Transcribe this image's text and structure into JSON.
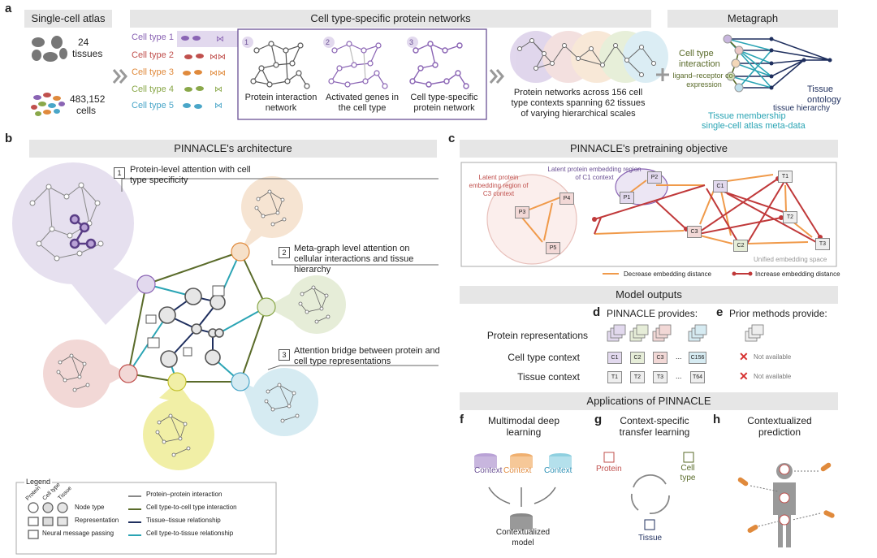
{
  "panel_a": {
    "letter": "a",
    "atlas_title": "Single-cell atlas",
    "tissues_count": "24",
    "tissues_label": "tissues",
    "cells_count": "483,152",
    "cells_label": "cells",
    "networks_title": "Cell type-specific protein networks",
    "cell_types": [
      "Cell type 1",
      "Cell type 2",
      "Cell type 3",
      "Cell type 4",
      "Cell type 5"
    ],
    "cell_type_colors": [
      "#8a64b4",
      "#c0504d",
      "#e08a3c",
      "#8aa84a",
      "#4aa6c8"
    ],
    "steps": [
      {
        "num": "1",
        "label": "Protein interaction network"
      },
      {
        "num": "2",
        "label": "Activated genes in the cell type"
      },
      {
        "num": "3",
        "label": "Cell type-specific protein network"
      }
    ],
    "networks_caption": "Protein networks across 156 cell type contexts spanning 62 tissues of varying hierarchical scales",
    "metagraph_title": "Metagraph",
    "cell_type_interaction": "Cell type interaction",
    "ligand_receptor": "ligand–receptor co-expression",
    "tissue_ontology": "Tissue ontology",
    "tissue_hierarchy": "tissue hierarchy",
    "tissue_membership": "Tissue membership",
    "atlas_meta": "single-cell atlas meta-data"
  },
  "panel_b": {
    "letter": "b",
    "title": "PINNACLE's architecture",
    "callouts": [
      {
        "num": "1",
        "text": "Protein-level attention with cell type specificity"
      },
      {
        "num": "2",
        "text": "Meta-graph level attention on cellular interactions and tissue hierarchy"
      },
      {
        "num": "3",
        "text": "Attention bridge between protein and cell type representations"
      }
    ],
    "legend": {
      "title": "Legend",
      "col_heads": [
        "Protein",
        "Cell type",
        "Tissue"
      ],
      "node_type": "Node type",
      "representation": "Representation",
      "message_passing": "Neural message passing",
      "edges": [
        {
          "label": "Protein–protein interaction",
          "color": "#888888"
        },
        {
          "label": "Cell type-to-cell type interaction",
          "color": "#5a6b2a"
        },
        {
          "label": "Tissue–tissue relationship",
          "color": "#1f2f5e"
        },
        {
          "label": "Cell type-to-tissue relationship",
          "color": "#2aa4b4"
        }
      ]
    }
  },
  "panel_c": {
    "letter": "c",
    "title": "PINNACLE's pretraining objective",
    "region_c3": "Latent protein embedding region of C3 context",
    "region_c1": "Latent protein embedding region of C1 context",
    "nodes": [
      "P1",
      "P2",
      "P3",
      "P4",
      "P5",
      "C1",
      "C2",
      "C3",
      "T1",
      "T2",
      "T3"
    ],
    "unified": "Unified embedding space",
    "decrease": "Decrease embedding distance",
    "increase": "Increase embedding distance"
  },
  "outputs": {
    "title": "Model outputs",
    "d_letter": "d",
    "d_title": "PINNACLE provides:",
    "e_letter": "e",
    "e_title": "Prior methods provide:",
    "rows": [
      "Protein representations",
      "Cell type context",
      "Tissue context"
    ],
    "cell_chips": [
      "C1",
      "C2",
      "C3",
      "...",
      "C156"
    ],
    "tissue_chips": [
      "T1",
      "T2",
      "T3",
      "...",
      "T64"
    ],
    "not_available": "Not available"
  },
  "applications": {
    "title": "Applications of PINNACLE",
    "f_letter": "f",
    "f_title": "Multimodal deep learning",
    "context": "Context",
    "contextualized_model": "Contextualized model",
    "g_letter": "g",
    "g_title": "Context-specific transfer learning",
    "protein": "Protein",
    "cell_type": "Cell type",
    "tissue": "Tissue",
    "h_letter": "h",
    "h_title": "Contextualized prediction"
  }
}
